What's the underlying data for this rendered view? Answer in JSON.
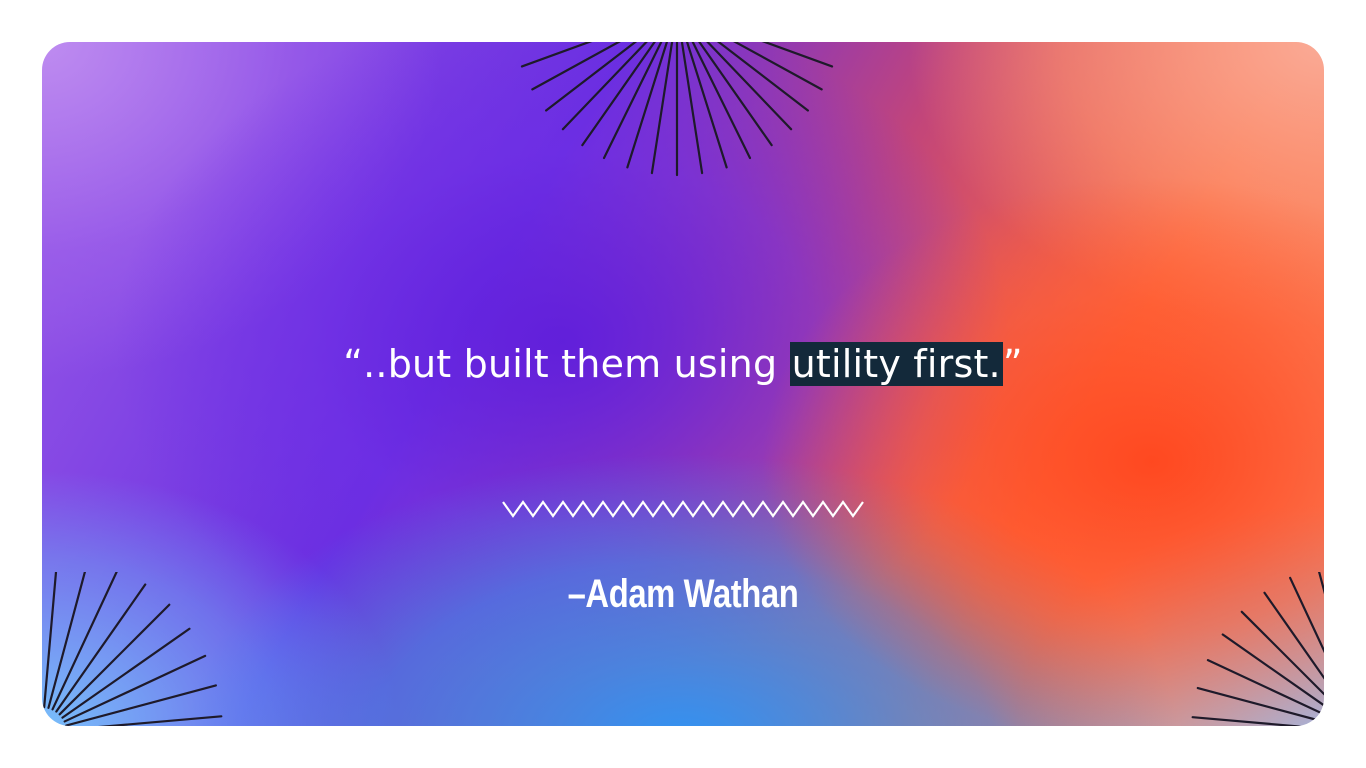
{
  "slide": {
    "quote": {
      "open_mark": "“",
      "text_before": "..but built them using ",
      "highlight": "utility first.",
      "close_mark": "”",
      "highlight_color": "#13293a"
    },
    "author": "–Adam Wathan",
    "decorations": [
      "sunburst-top",
      "zigzag-divider",
      "sunburst-bottom-left",
      "sunburst-bottom-right"
    ]
  }
}
